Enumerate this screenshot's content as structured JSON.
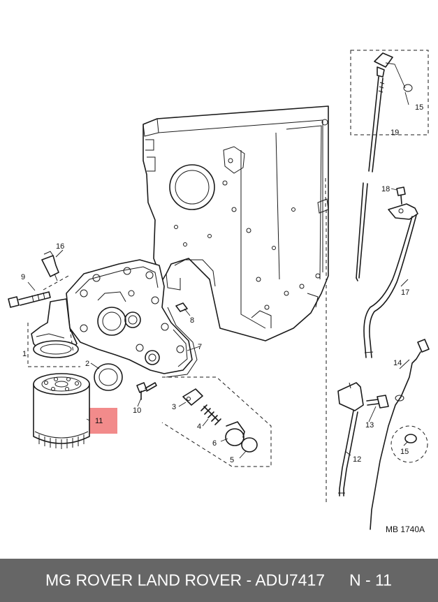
{
  "diagram": {
    "reference": "MB 1740A",
    "highlight_color": "#f28b8b",
    "callouts": {
      "c1": "1",
      "c2": "2",
      "c3": "3",
      "c4": "4",
      "c5": "5",
      "c6": "6",
      "c7": "7",
      "c8": "8",
      "c9": "9",
      "c10": "10",
      "c11": "11",
      "c12": "12",
      "c13": "13",
      "c14": "14",
      "c15a": "15",
      "c15b": "15",
      "c16": "16",
      "c17": "17",
      "c18": "18",
      "c19": "19"
    }
  },
  "footer": {
    "title": "MG ROVER LAND ROVER - ADU7417",
    "page": "N - 11",
    "background": "#666666"
  }
}
